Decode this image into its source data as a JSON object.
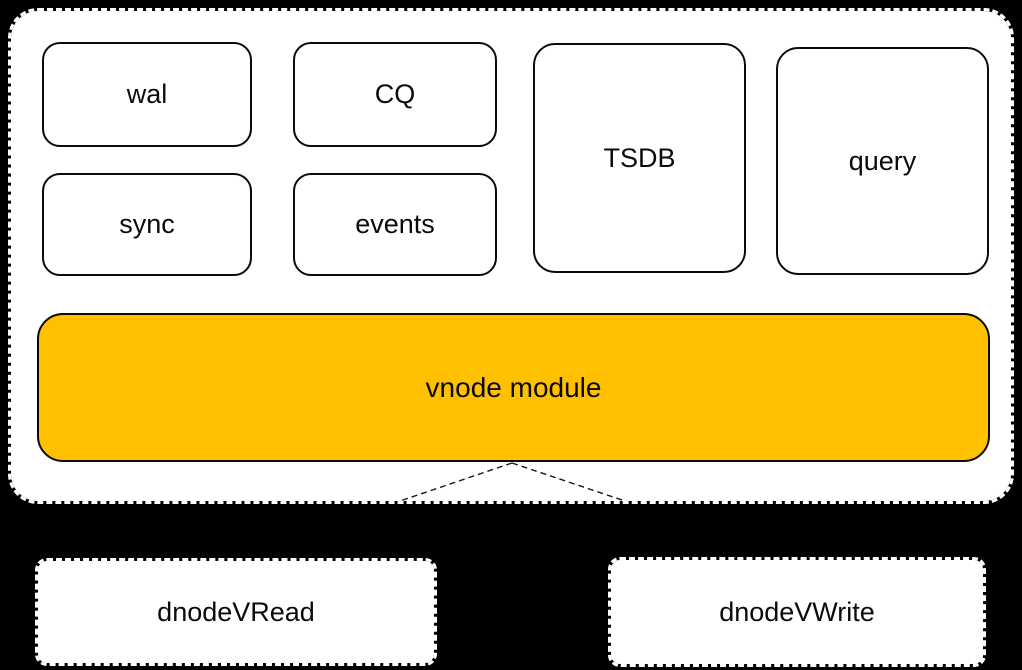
{
  "colors": {
    "background": "#000000",
    "panel": "#FFFFFF",
    "module_border": "#0B0B0B",
    "vnode_fill": "#FFC000",
    "connector_line": "#1A1A1A"
  },
  "modules": {
    "wal": "wal",
    "cq": "CQ",
    "sync": "sync",
    "events": "events",
    "tsdb": "TSDB",
    "query": "query"
  },
  "vnode_bar": {
    "label": "vnode module"
  },
  "dnodes": {
    "read": "dnodeVRead",
    "write": "dnodeVWrite"
  }
}
